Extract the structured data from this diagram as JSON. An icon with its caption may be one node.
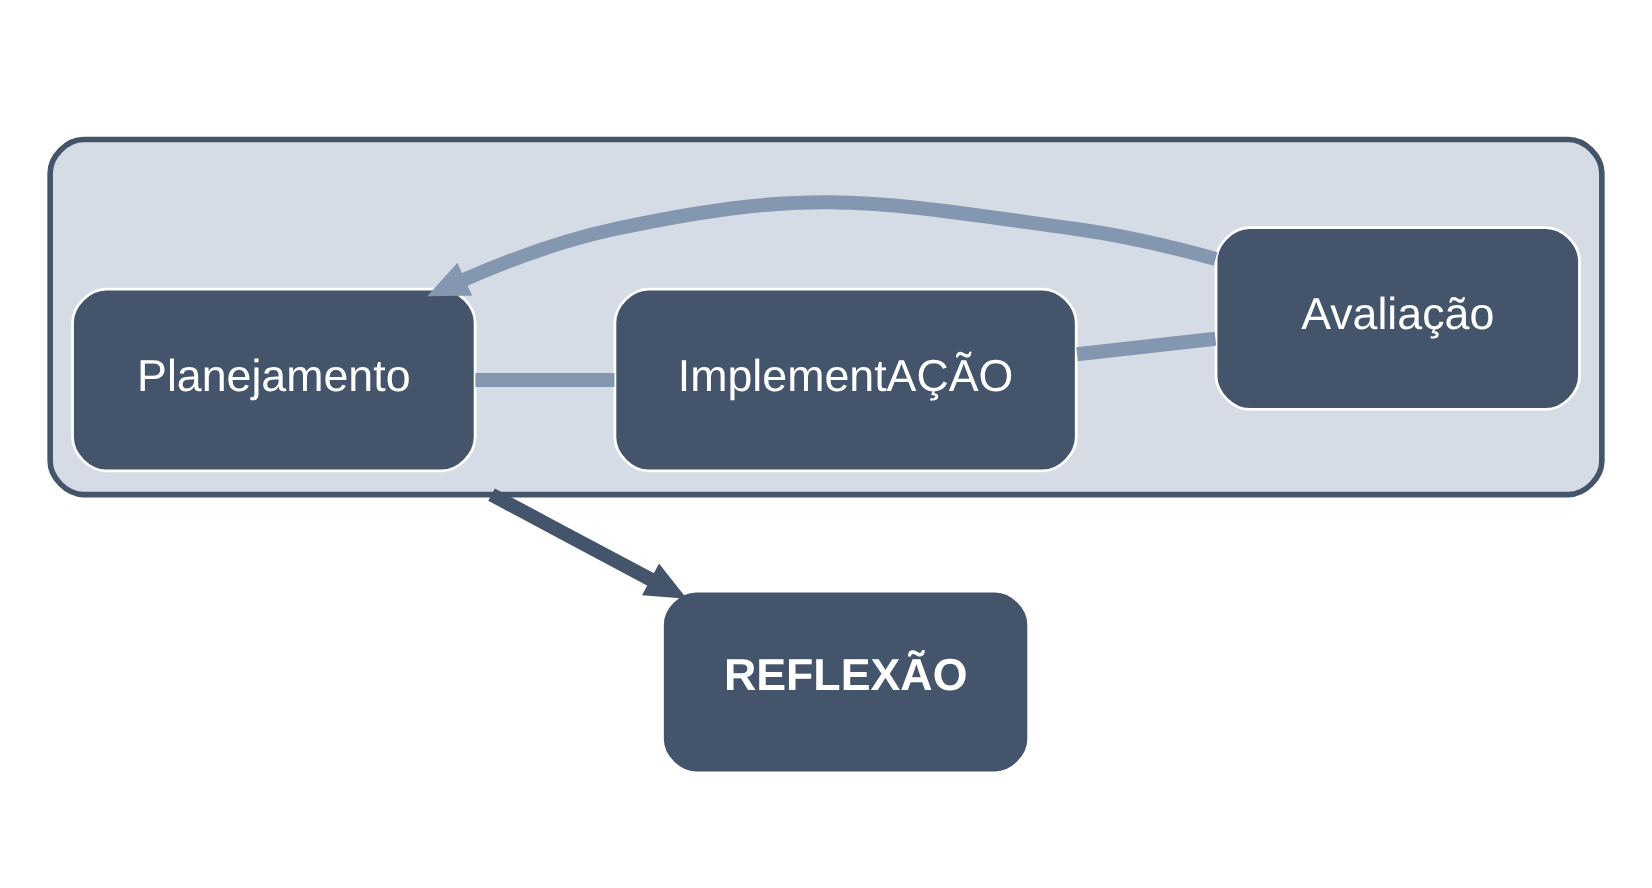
{
  "diagram": {
    "nodes": [
      {
        "text": [],
        "shape": "ellipse"
      },
      {
        "text": [
          "Planejamento"
        ],
        "in": 0
      },
      {
        "text": [
          "ImplementAÇÃO"
        ],
        "in": 0
      },
      {
        "text": [
          "Avaliação"
        ],
        "in": 0
      },
      {
        "text": [
          "REFLEXÃO"
        ]
      }
    ],
    "edges": [
      {
        "from": 1,
        "to": 2,
        "arrow": "none"
      },
      {
        "from": 2,
        "to": 3,
        "arrow": "none"
      },
      {
        "from": 3,
        "to": 1,
        "arrow": "to"
      },
      {
        "from": 0,
        "to": 4,
        "arrow": "to",
        "color": "#44546a"
      }
    ]
  }
}
